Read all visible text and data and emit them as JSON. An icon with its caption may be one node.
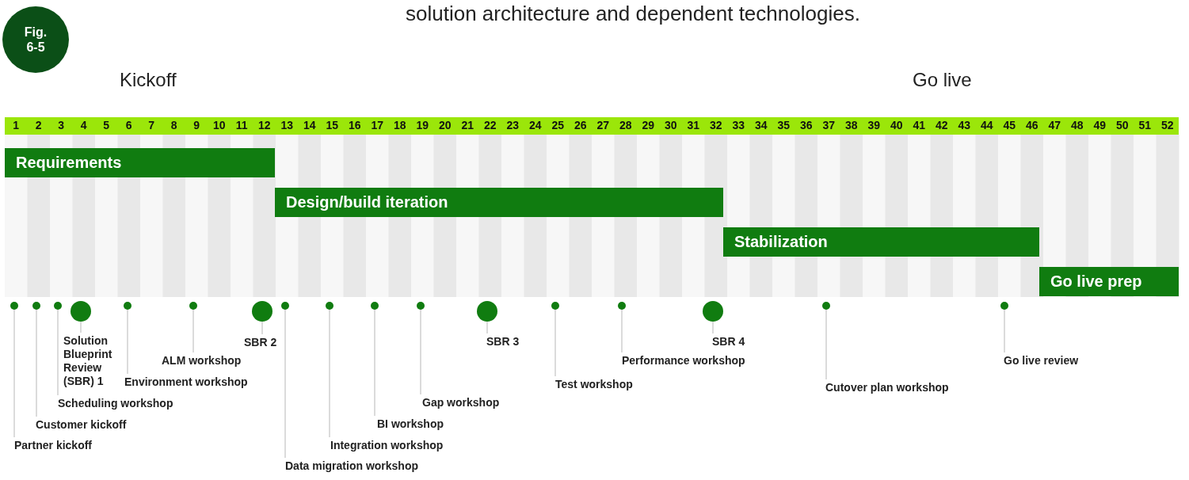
{
  "diagram": {
    "nodes": [
      {
        "text": [
          "Fig. 6-5"
        ]
      },
      {
        "text": [
          "Requirements"
        ]
      },
      {
        "text": [
          "Design/build iteration"
        ]
      },
      {
        "text": [
          "Stabilization"
        ]
      },
      {
        "text": [
          "Go live prep"
        ]
      },
      {
        "text": [],
        "shape": "circle"
      },
      {
        "text": [],
        "shape": "circle"
      },
      {
        "text": [],
        "shape": "circle"
      },
      {
        "text": [],
        "shape": "circle"
      },
      {
        "text": [],
        "shape": "circle"
      },
      {
        "text": [],
        "shape": "circle"
      },
      {
        "text": [],
        "shape": "circle"
      },
      {
        "text": [],
        "shape": "circle"
      },
      {
        "text": [],
        "shape": "circle"
      },
      {
        "text": [],
        "shape": "circle"
      },
      {
        "text": [],
        "shape": "circle"
      },
      {
        "text": [],
        "shape": "circle"
      },
      {
        "text": [],
        "shape": "circle"
      },
      {
        "text": [],
        "shape": "circle"
      },
      {
        "text": [],
        "shape": "circle"
      },
      {
        "text": [],
        "shape": "circle"
      },
      {
        "text": [],
        "shape": "circle"
      },
      {
        "text": [
          "Partner kickoff"
        ]
      },
      {
        "text": [
          "Customer kickoff"
        ]
      },
      {
        "text": [
          "Scheduling workshop"
        ]
      },
      {
        "text": [
          "Solution Blueprint Review (SBR) 1"
        ]
      },
      {
        "text": [
          "Environment workshop"
        ]
      },
      {
        "text": [
          "ALM workshop"
        ]
      },
      {
        "text": [
          "SBR 2"
        ]
      },
      {
        "text": [
          "Data migration workshop"
        ]
      },
      {
        "text": [
          "Integration workshop"
        ]
      },
      {
        "text": [
          "BI workshop"
        ]
      },
      {
        "text": [
          "Gap workshop"
        ]
      },
      {
        "text": [
          "SBR 3"
        ]
      },
      {
        "text": [
          "Test workshop"
        ]
      },
      {
        "text": [
          "Performance workshop"
        ]
      },
      {
        "text": [
          "SBR 4"
        ]
      },
      {
        "text": [
          "Cutover plan workshop"
        ]
      },
      {
        "text": [
          "Go live review"
        ]
      }
    ],
    "edges": [
      {
        "from": 22,
        "to": 5,
        "arrow": "none"
      },
      {
        "from": 23,
        "to": 6,
        "arrow": "none"
      },
      {
        "from": 24,
        "to": 7,
        "arrow": "none"
      },
      {
        "from": 25,
        "to": 8,
        "arrow": "none"
      },
      {
        "from": 26,
        "to": 9,
        "arrow": "none"
      },
      {
        "from": 27,
        "to": 10,
        "arrow": "none"
      },
      {
        "from": 28,
        "to": 11,
        "arrow": "none"
      },
      {
        "from": 29,
        "to": 12,
        "arrow": "none"
      },
      {
        "from": 30,
        "to": 13,
        "arrow": "none"
      },
      {
        "from": 31,
        "to": 14,
        "arrow": "none"
      },
      {
        "from": 32,
        "to": 15,
        "arrow": "none"
      },
      {
        "from": 33,
        "to": 16,
        "arrow": "none"
      },
      {
        "from": 34,
        "to": 17,
        "arrow": "none"
      },
      {
        "from": 35,
        "to": 18,
        "arrow": "none"
      },
      {
        "from": 36,
        "to": 19,
        "arrow": "none"
      },
      {
        "from": 37,
        "to": 20,
        "arrow": "none"
      },
      {
        "from": 38,
        "to": 21,
        "arrow": "none"
      }
    ],
    "labels": [
      "solution architecture and dependent technologies.",
      "Kickoff",
      "Go live",
      "1",
      "2",
      "3",
      "4",
      "5",
      "6",
      "7",
      "8",
      "9",
      "10",
      "11",
      "12",
      "13",
      "14",
      "15",
      "16",
      "17",
      "18",
      "19",
      "20",
      "21",
      "22",
      "23",
      "24",
      "25",
      "26",
      "27",
      "28",
      "29",
      "30",
      "31",
      "32",
      "33",
      "34",
      "35",
      "36",
      "37",
      "38",
      "39",
      "40",
      "41",
      "42",
      "43",
      "44",
      "45",
      "46",
      "47",
      "48",
      "49",
      "50",
      "51",
      "52"
    ]
  }
}
